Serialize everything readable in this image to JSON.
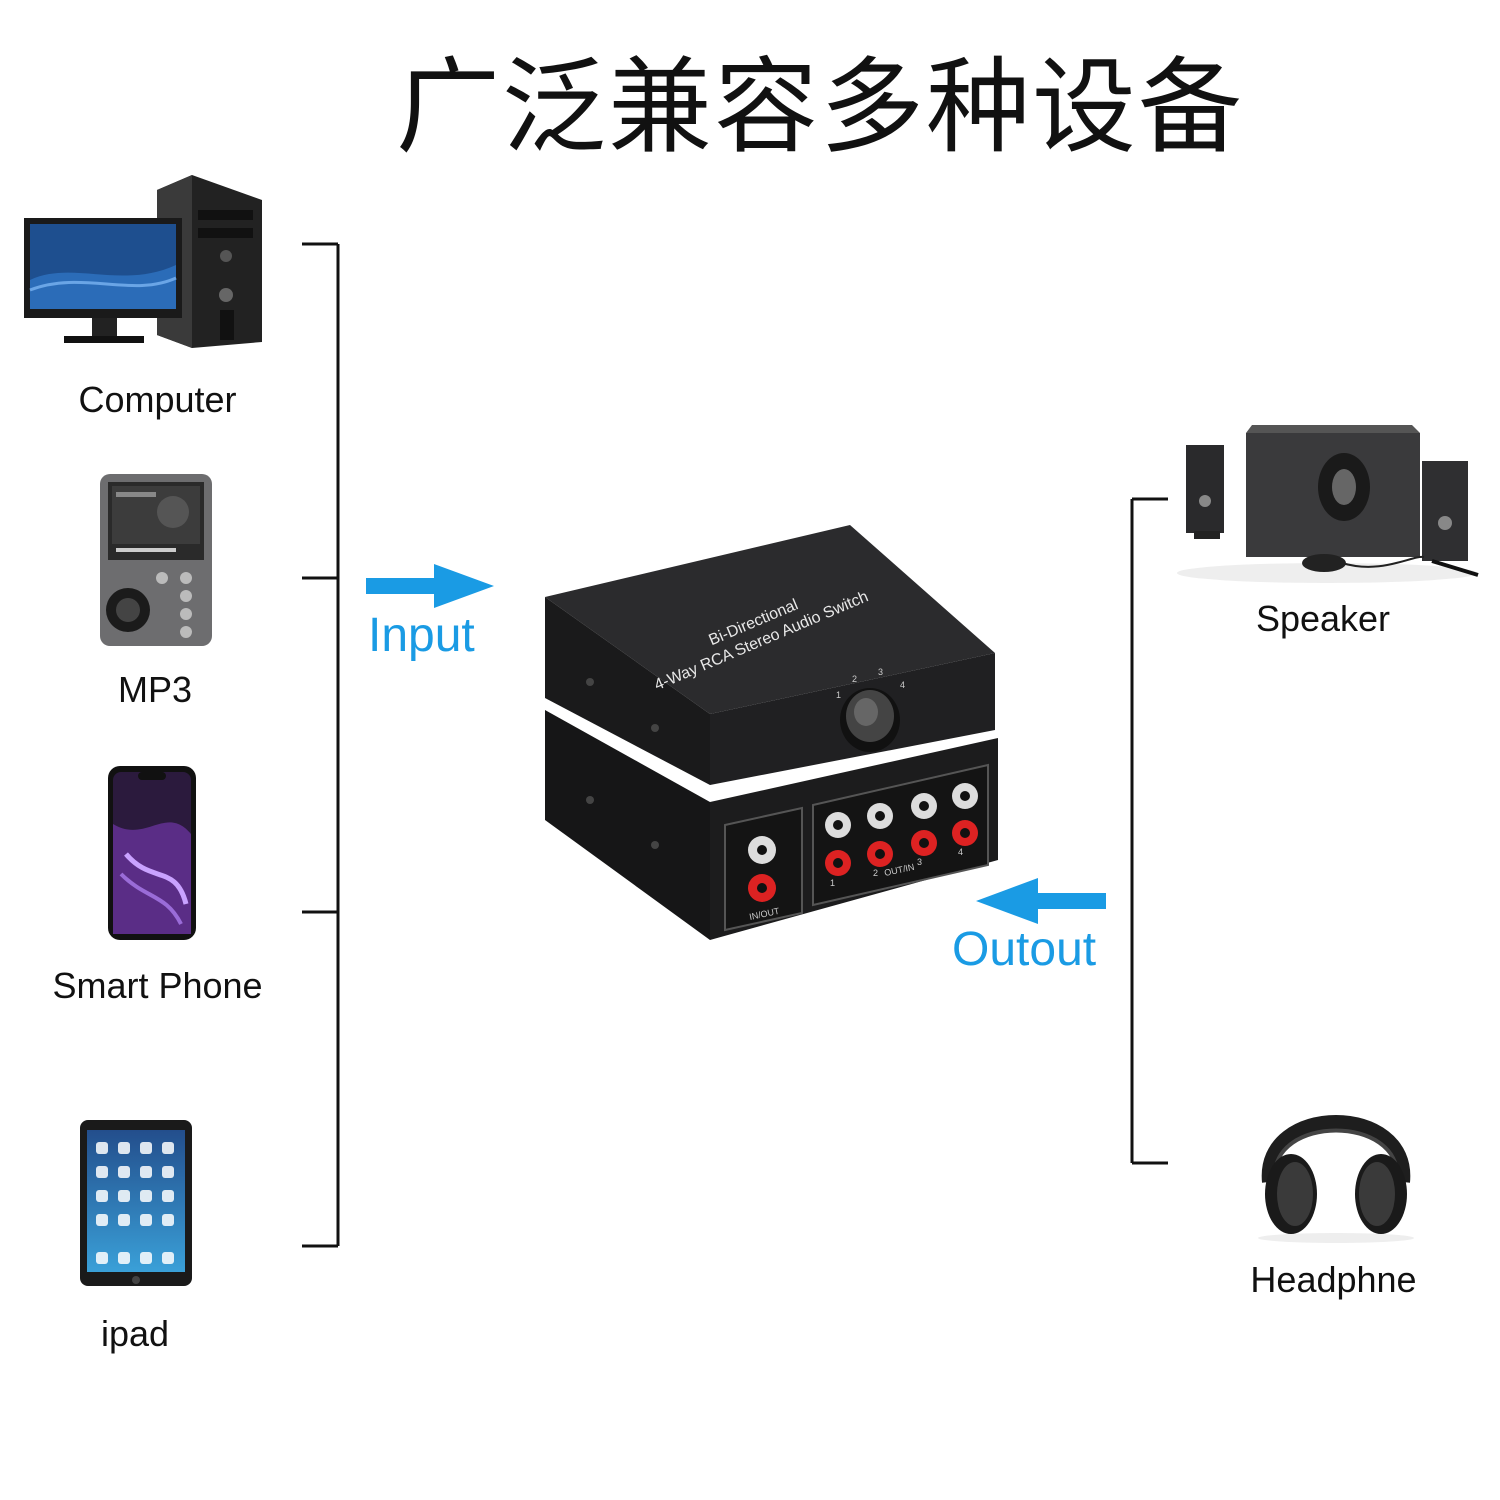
{
  "title": "广泛兼容多种设备",
  "left_devices": [
    {
      "label": "Computer",
      "icon": "desktop-computer-icon"
    },
    {
      "label": "MP3",
      "icon": "mp3-player-icon"
    },
    {
      "label": "Smart Phone",
      "icon": "smartphone-icon"
    },
    {
      "label": "ipad",
      "icon": "tablet-icon"
    }
  ],
  "right_devices": [
    {
      "label": "Speaker",
      "icon": "speaker-system-icon"
    },
    {
      "label": "Headphne",
      "icon": "headphones-icon"
    }
  ],
  "flow": {
    "input_label": "Input",
    "output_label": "Outout"
  },
  "switch_box": {
    "top_text_line1": "Bi-Directional",
    "top_text_line2": "4-Way RCA Stereo Audio Switch",
    "knob_numbers": [
      "1",
      "2",
      "3",
      "4"
    ],
    "port_in_out_label": "IN/OUT",
    "port_out_in_label": "OUT/IN",
    "port_numbers": [
      "1",
      "2",
      "3",
      "4"
    ]
  },
  "colors": {
    "accent_blue": "#1a9be4",
    "bracket": "#111111",
    "device_body": "#1d1d1f"
  }
}
